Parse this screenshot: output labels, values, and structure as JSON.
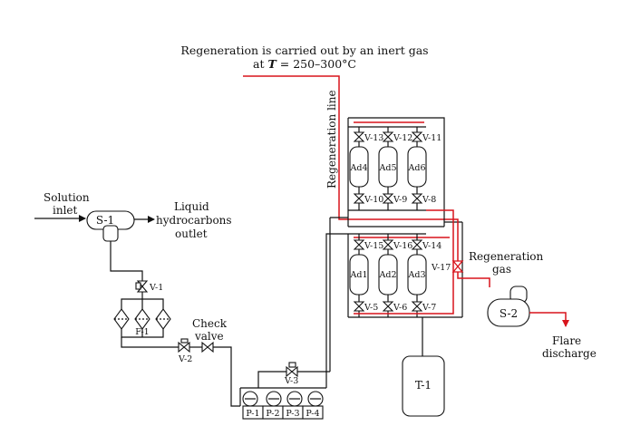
{
  "header": {
    "line1": "Regeneration is carried out by an inert gas",
    "line2": "at T = 250–300°C"
  },
  "labels": {
    "solution_inlet": [
      "Solution",
      "inlet"
    ],
    "liquid_outlet": [
      "Liquid",
      "hydrocarbons",
      "outlet"
    ],
    "check_valve": [
      "Check",
      "valve"
    ],
    "regeneration_line": "Regeneration line",
    "regeneration_gas": [
      "Regeneration",
      "gas"
    ],
    "flare_discharge": [
      "Flare",
      "discharge"
    ]
  },
  "equipment": {
    "separator_1": "S-1",
    "separator_2": "S-2",
    "filter": "F-1",
    "tank": "T-1",
    "adsorbers_top": [
      "Ad4",
      "Ad5",
      "Ad6"
    ],
    "adsorbers_bottom": [
      "Ad1",
      "Ad2",
      "Ad3"
    ],
    "pumps": [
      "P-1",
      "P-2",
      "P-3",
      "P-4"
    ]
  },
  "valves": {
    "v1": "V-1",
    "v2": "V-2",
    "v3": "V-3",
    "top_upper": [
      "V-13",
      "V-12",
      "V-11"
    ],
    "top_lower": [
      "V-10",
      "V-9",
      "V-8"
    ],
    "bottom_upper": [
      "V-15",
      "V-16",
      "V-14"
    ],
    "bottom_lower": [
      "V-5",
      "V-6",
      "V-7"
    ],
    "v17": "V-17"
  },
  "colors": {
    "process_line": "#111111",
    "regeneration_line": "#d8141c"
  }
}
